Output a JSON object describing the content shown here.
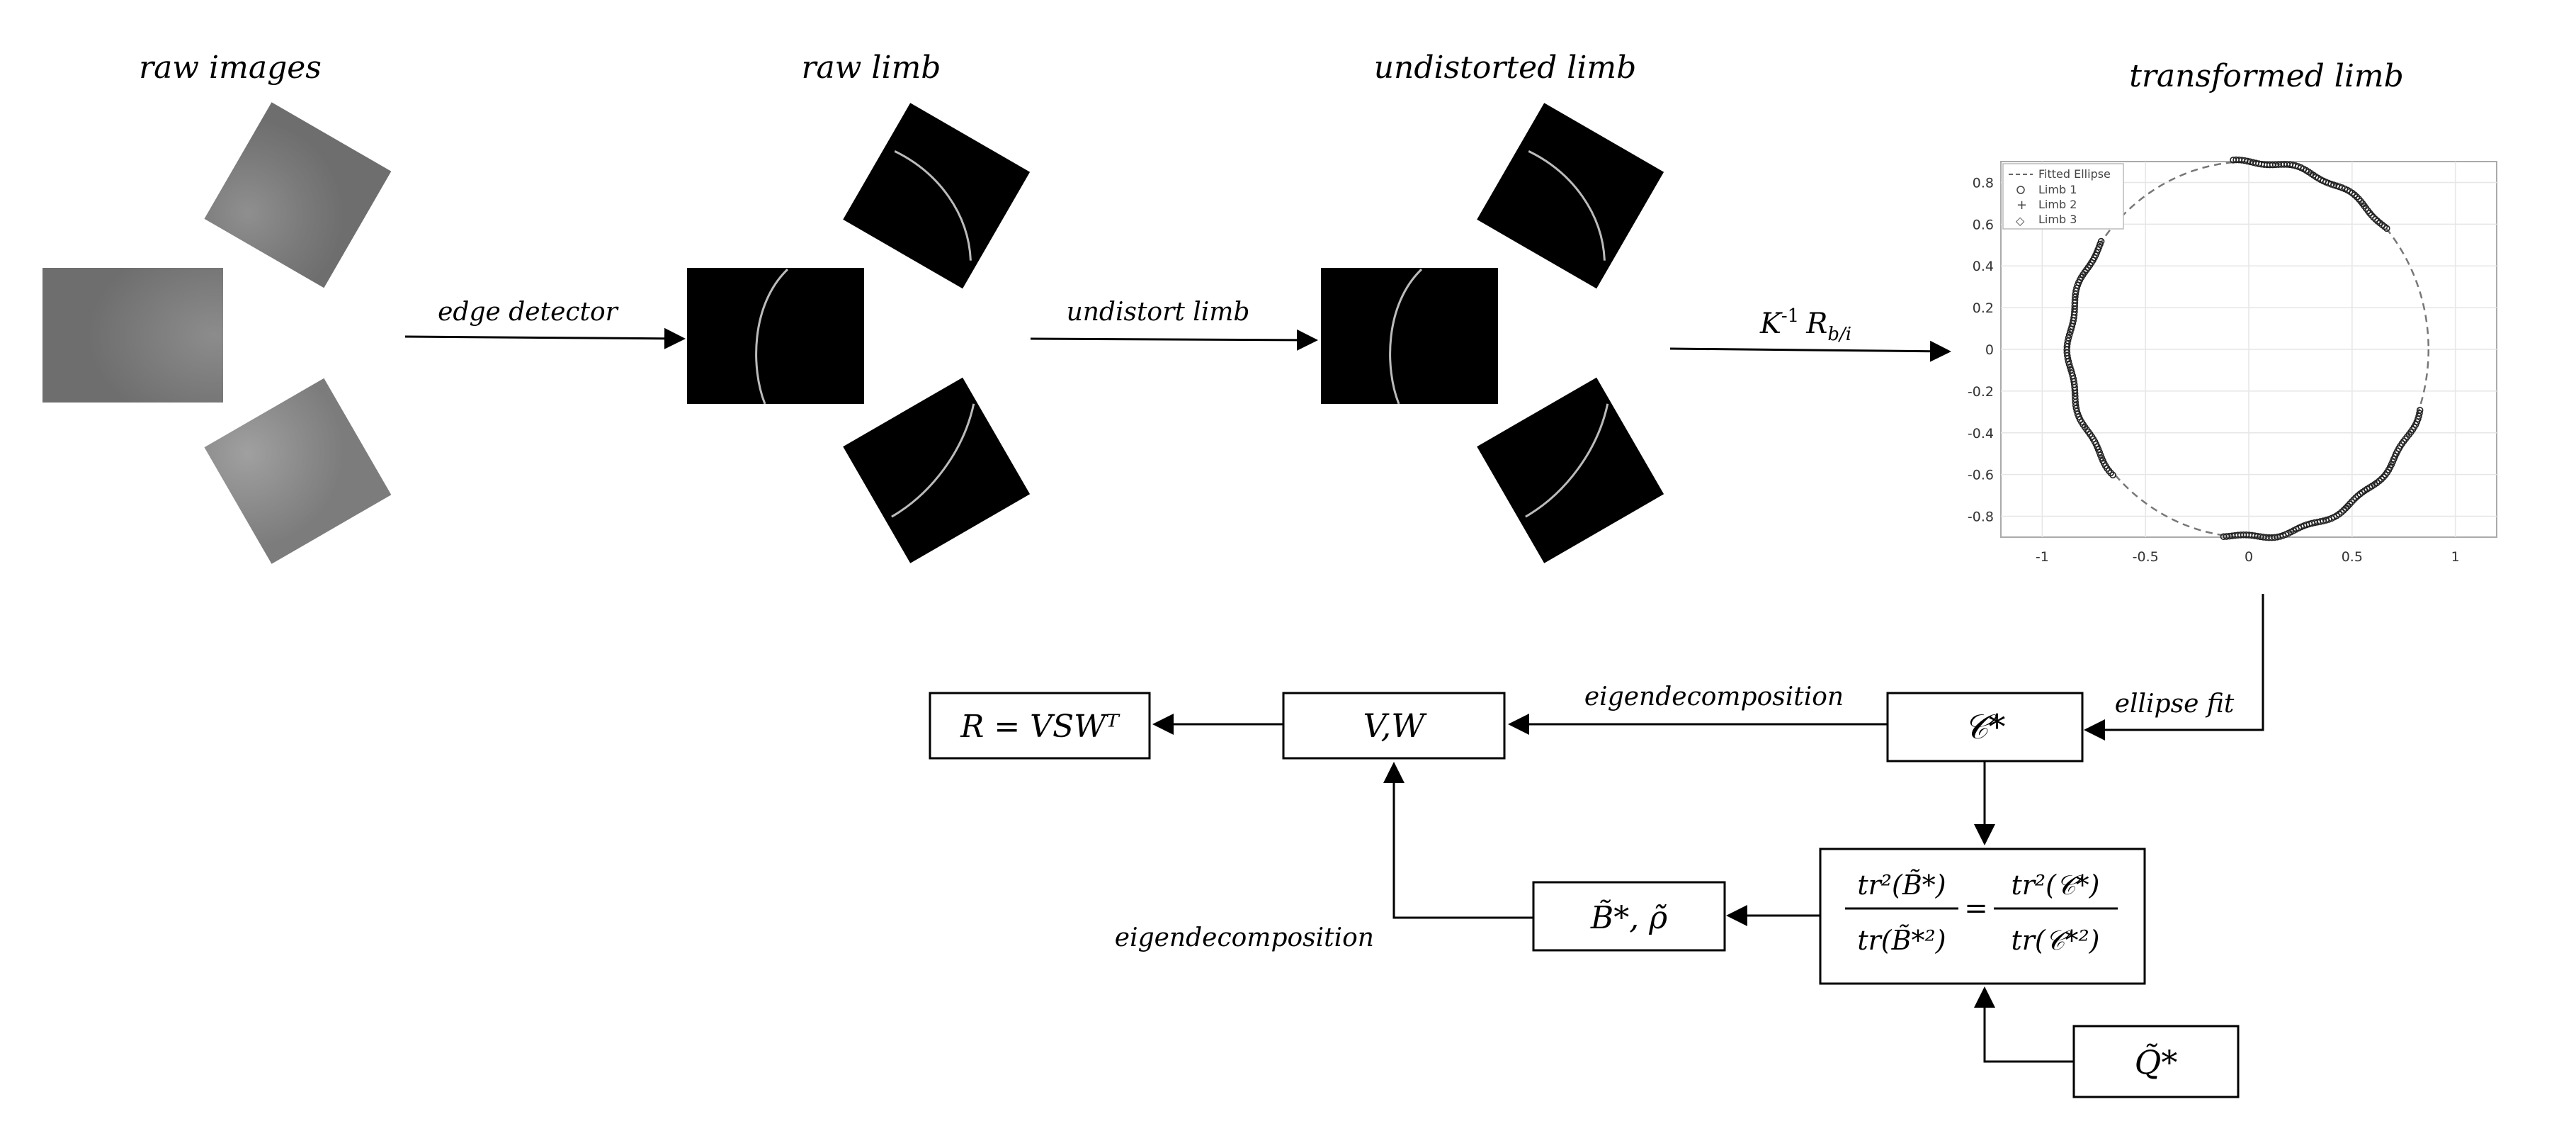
{
  "stages": {
    "raw_images": "raw images",
    "raw_limb": "raw limb",
    "undistorted_limb": "undistorted limb",
    "transformed_limb": "transformed limb"
  },
  "arrows": {
    "edge_detector": "edge detector",
    "undistort_limb": "undistort limb",
    "transform_K": "K",
    "transform_K_sup": "-1",
    "transform_R": "R",
    "transform_R_sub": "b/i",
    "ellipse_fit": "ellipse fit",
    "eigendecomposition_top": "eigendecomposition",
    "eigendecomposition_bottom": "eigendecomposition"
  },
  "boxes": {
    "rotation": "R = VSWᵀ",
    "vw": "V,W",
    "c_star": "𝒞*",
    "b_rho": "B̃*, ρ̃",
    "q_star": "Q̃*",
    "eq_left_num": "tr²(B̃*)",
    "eq_left_den": "tr(B̃*²)",
    "eq_equals": "=",
    "eq_right_num": "tr²(𝒞*)",
    "eq_right_den": "tr(𝒞*²)"
  },
  "chart_data": {
    "type": "scatter",
    "legend": [
      "Fitted Ellipse",
      "Limb 1",
      "Limb 2",
      "Limb 3"
    ],
    "legend_placement": "top-left",
    "grid": true,
    "xlim": [
      -1.2,
      1.2
    ],
    "ylim": [
      -0.9,
      0.9
    ],
    "xticks": [
      "-1",
      "-0.5",
      "0",
      "0.5",
      "1"
    ],
    "yticks": [
      "0.8",
      "0.6",
      "0.4",
      "0.2",
      "0",
      "-0.2",
      "-0.4",
      "-0.6",
      "-0.8"
    ],
    "ellipse": {
      "cx": 0.0,
      "cy": 0.0,
      "rx": 0.87,
      "ry": 0.9
    },
    "series": [
      {
        "name": "Limb 1",
        "marker": "o",
        "arc_deg": [
          145,
          222
        ]
      },
      {
        "name": "Limb 2",
        "marker": "+",
        "arc_deg": [
          262,
          342
        ]
      },
      {
        "name": "Limb 3",
        "marker": "o",
        "arc_deg": [
          40,
          95
        ]
      }
    ]
  }
}
